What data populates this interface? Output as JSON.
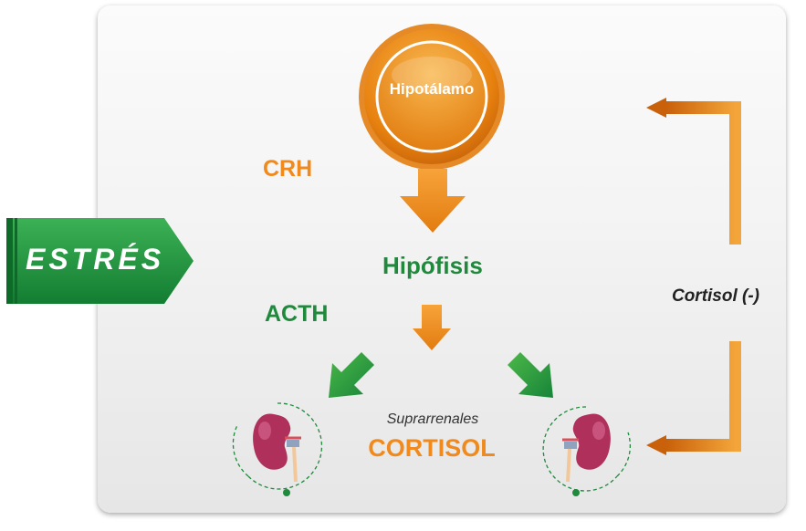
{
  "diagram": {
    "stress_label": "ESTRÉS",
    "hypothalamus_label": "Hipotálamo",
    "crh_label": "CRH",
    "pituitary_label": "Hipófisis",
    "acth_label": "ACTH",
    "adrenal_label": "Suprarrenales",
    "cortisol_label": "CORTISOL",
    "feedback_label": "Cortisol (-)"
  },
  "colors": {
    "orange": "#f08a1c",
    "green": "#1f8a3c",
    "kidney": "#b0305c"
  }
}
